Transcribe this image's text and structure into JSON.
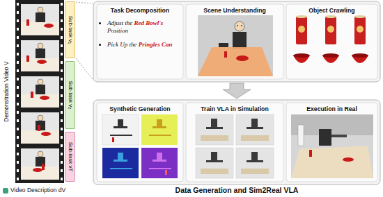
{
  "diagram": {
    "caption": "Data Generation and Sim2Real VLA",
    "nodes": [
      {
        "text": [
          "Sub-task v₁"
        ]
      },
      {
        "text": [
          "Sub-task v₂"
        ]
      },
      {
        "text": [
          "Sub-task vT"
        ]
      },
      {
        "text": [
          "Task Decomposition",
          "Adjust the Red Bowl's Position",
          "Pick Up the Pringles Can"
        ]
      },
      {
        "text": [
          "Scene Understanding"
        ]
      },
      {
        "text": [
          "Object Crawling"
        ]
      },
      {
        "text": [
          "Synthetic Generation"
        ]
      },
      {
        "text": [
          "Train VLA in Simulation"
        ]
      },
      {
        "text": [
          "Execution in Real"
        ]
      }
    ],
    "labels": [
      "Demonstration Video V",
      "Video Description dV"
    ]
  }
}
